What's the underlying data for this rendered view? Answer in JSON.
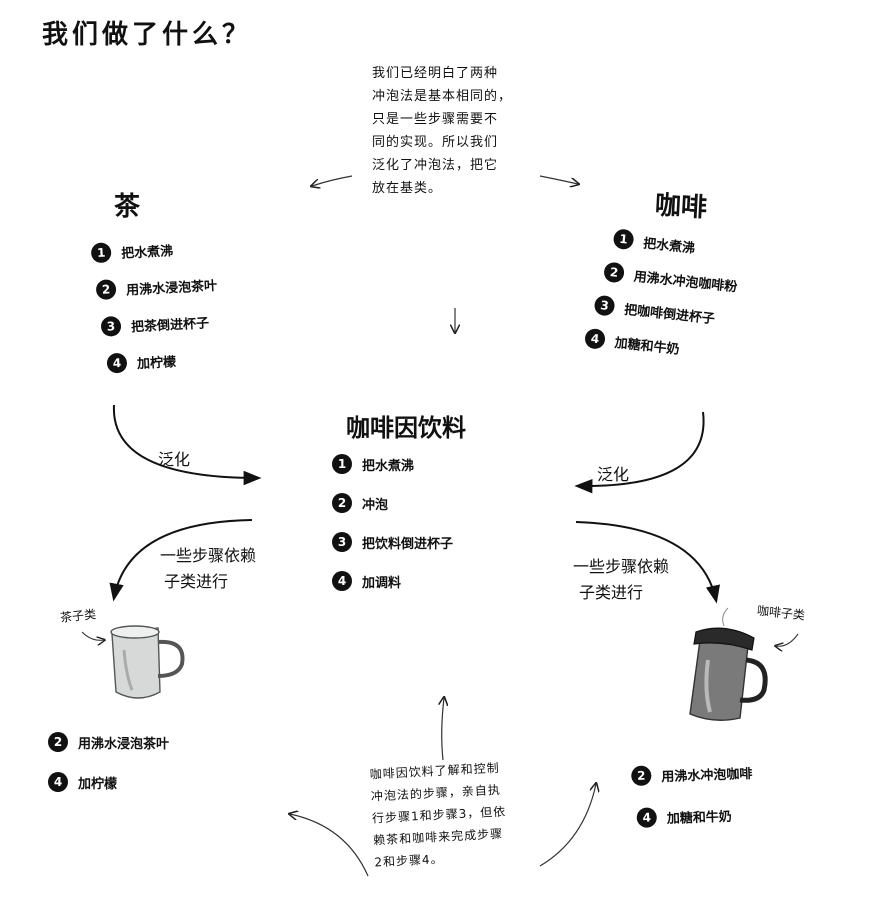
{
  "title": "我们做了什么？",
  "top_note": [
    "我们已经明白了两种",
    "冲泡法是基本相同的，",
    "只是一些步骤需要不",
    "同的实现。所以我们",
    "泛化了冲泡法，把它",
    "放在基类。"
  ],
  "tea": {
    "heading": "茶",
    "steps": [
      {
        "num": "1",
        "text": "把水煮沸"
      },
      {
        "num": "2",
        "text": "用沸水浸泡茶叶"
      },
      {
        "num": "3",
        "text": "把茶倒进杯子"
      },
      {
        "num": "4",
        "text": "加柠檬"
      }
    ]
  },
  "coffee": {
    "heading": "咖啡",
    "steps": [
      {
        "num": "1",
        "text": "把水煮沸"
      },
      {
        "num": "2",
        "text": "用沸水冲泡咖啡粉"
      },
      {
        "num": "3",
        "text": "把咖啡倒进杯子"
      },
      {
        "num": "4",
        "text": "加糖和牛奶"
      }
    ]
  },
  "beverage": {
    "heading": "咖啡因饮料",
    "steps": [
      {
        "num": "1",
        "text": "把水煮沸"
      },
      {
        "num": "2",
        "text": "冲泡"
      },
      {
        "num": "3",
        "text": "把饮料倒进杯子"
      },
      {
        "num": "4",
        "text": "加调料"
      }
    ]
  },
  "labels": {
    "generalize_left": "泛化",
    "generalize_right": "泛化",
    "subclass_left": [
      "一些步骤依赖",
      "子类进行"
    ],
    "subclass_right": [
      "一些步骤依赖",
      "子类进行"
    ],
    "tea_subclass": "茶子类",
    "coffee_subclass": "咖啡子类"
  },
  "tea_sub_steps": [
    {
      "num": "2",
      "text": "用沸水浸泡茶叶"
    },
    {
      "num": "4",
      "text": "加柠檬"
    }
  ],
  "coffee_sub_steps": [
    {
      "num": "2",
      "text": "用沸水冲泡咖啡"
    },
    {
      "num": "4",
      "text": "加糖和牛奶"
    }
  ],
  "bottom_note": [
    "咖啡因饮料了解和控制",
    "冲泡法的步骤，亲自执",
    "行步骤1和步骤3，但依",
    "赖茶和咖啡来完成步骤",
    "2和步骤4。"
  ]
}
